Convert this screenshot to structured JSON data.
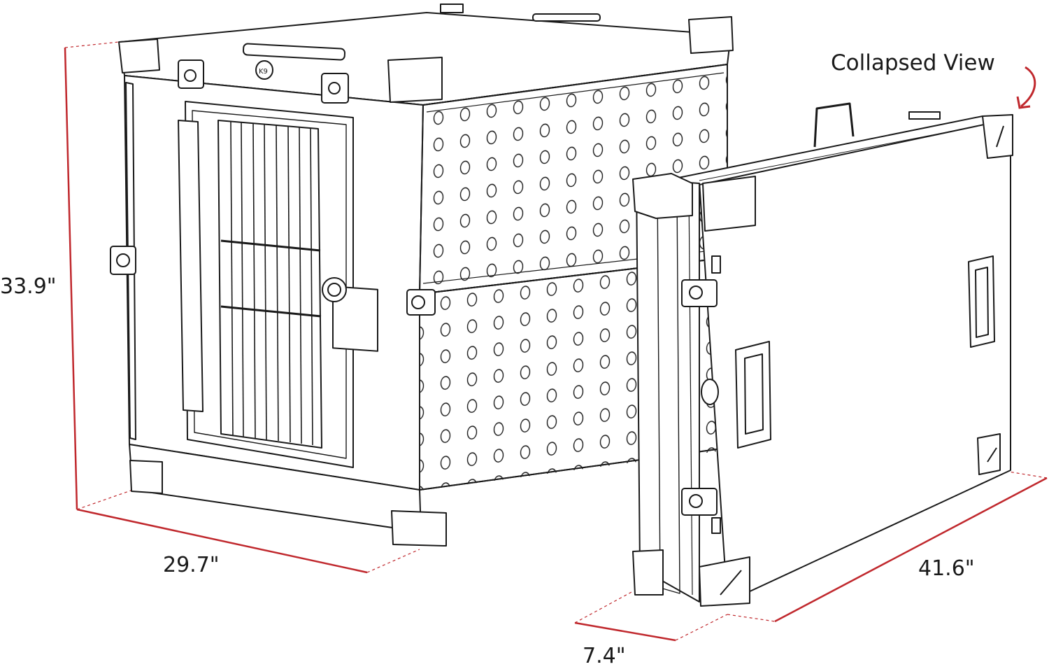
{
  "callout": {
    "label": "Collapsed View"
  },
  "dimensions": {
    "height": "33.9\"",
    "width": "29.7\"",
    "length": "41.6\"",
    "collapsed_depth": "7.4\""
  },
  "colors": {
    "line": "#1a1a1a",
    "dimension": "#c0282d",
    "background": "#ffffff"
  },
  "logo": {
    "text": "K9"
  }
}
